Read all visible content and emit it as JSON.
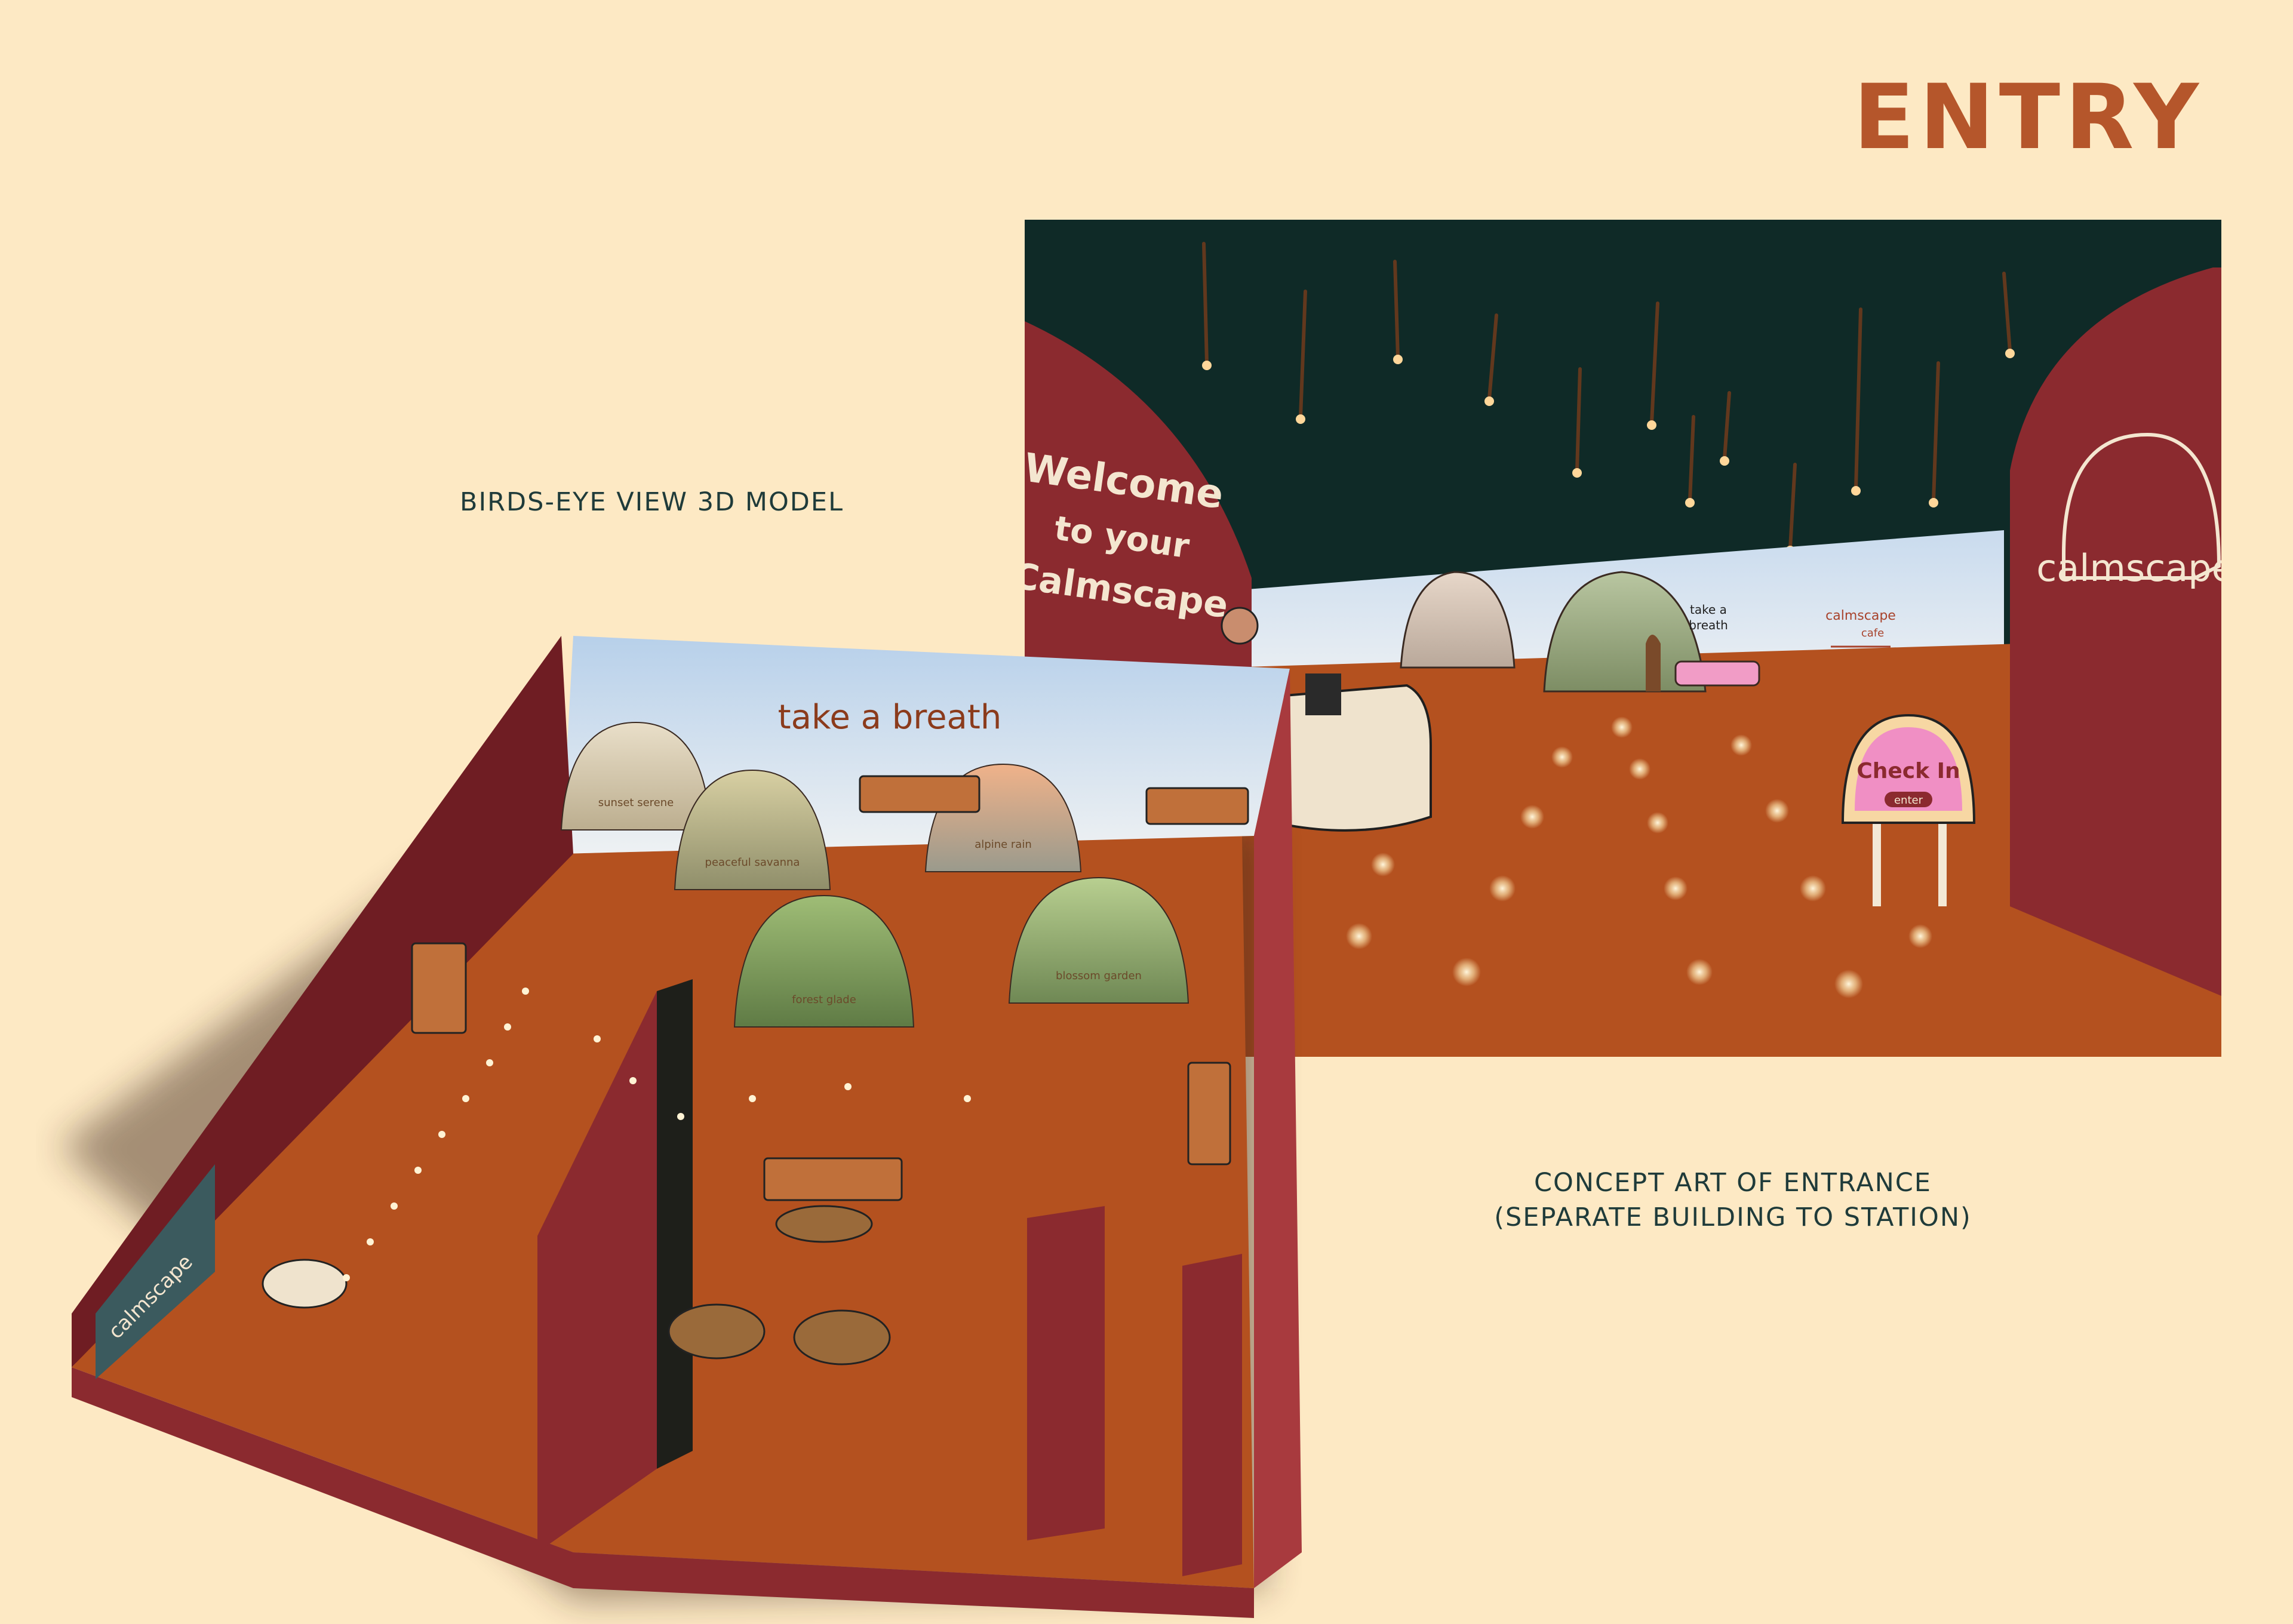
{
  "title": "ENTRY",
  "captions": {
    "birds_eye": "BIRDS-EYE VIEW 3D MODEL",
    "concept_line1": "CONCEPT ART OF ENTRANCE",
    "concept_line2": "(SEPARATE BUILDING TO STATION)"
  },
  "concept_art": {
    "welcome_line1": "Welcome",
    "welcome_line2": "to your",
    "welcome_line3": "Calmscape",
    "brand": "calmscape",
    "breath_line1": "take a",
    "breath_line2": "breath",
    "cafe_brand": "calmscape",
    "cafe_label": "cafe",
    "checkin": "Check In",
    "enter": "enter"
  },
  "birds_eye_model": {
    "wall_text": "take a breath",
    "dome_labels": [
      "sunset serene",
      "peaceful savanna",
      "alpine rain",
      "forest glade",
      "blossom garden"
    ],
    "screen_brand": "calmscape"
  },
  "colors": {
    "background": "#fde9c4",
    "title": "#b5562b",
    "caption": "#1f3b3a",
    "wall_red": "#8b2a2f",
    "floor": "#b4511f",
    "night_sky": "#0f2a27"
  }
}
